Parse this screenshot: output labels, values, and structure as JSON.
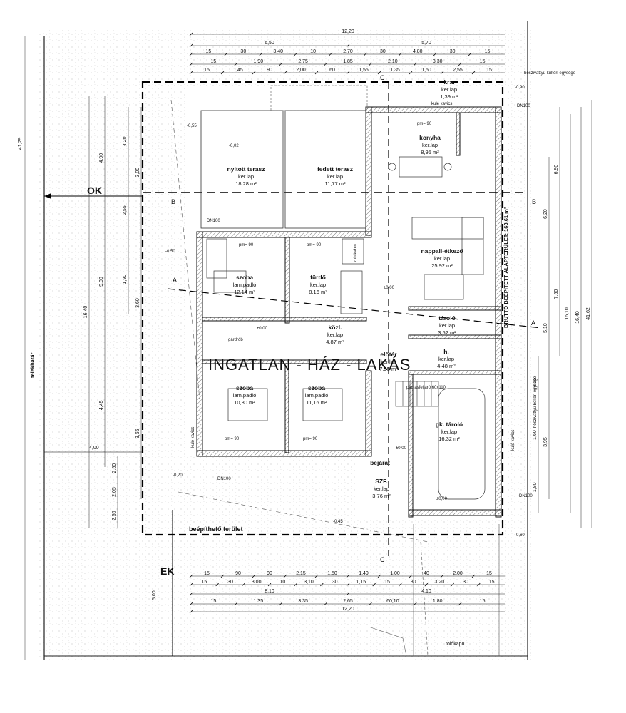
{
  "watermark": "INGATLAN - HÁZ - LAKÁS",
  "compass": {
    "north": "OK",
    "south": "EK"
  },
  "labels": {
    "telekhatar": "telekhatár",
    "beepitheto": "beépíthető terület",
    "brutto": "BRUTTÓ BEÉPÍTETT ALAPTERÜLET: 163,61 m²",
    "toloKapu": "tolókapu",
    "hoszivattyuKulteri": "hőszivattyú kültéri egysége",
    "hoszivattyuBelteri": "hőszivattyú beltéri egysége",
    "dn100": "DN100",
    "kuleKavics": "kulé kavics",
    "padlaslepcso": "padlásfeljáró",
    "padlaslepcsoSize": "padlásfeljáró 60x110"
  },
  "rooms": [
    {
      "name": "nyitott terasz",
      "floor": "ker.lap",
      "area": "18,28 m²"
    },
    {
      "name": "fedett terasz",
      "floor": "ker.lap",
      "area": "11,77 m²"
    },
    {
      "name": "konyha",
      "floor": "ker.lap",
      "area": "8,95 m²"
    },
    {
      "name": "kra.",
      "floor": "ker.lap",
      "area": "1,39 m²"
    },
    {
      "name": "nappali-étkező",
      "floor": "ker.lap",
      "area": "25,92 m²"
    },
    {
      "name": "szoba",
      "floor": "lam.padló",
      "area": "12,14 m²"
    },
    {
      "name": "fürdő",
      "floor": "ker.lap",
      "area": "8,16 m²"
    },
    {
      "name": "tároló",
      "floor": "ker.lap",
      "area": "3,52 m²"
    },
    {
      "name": "közl.",
      "floor": "ker.lap",
      "area": "4,87 m²"
    },
    {
      "name": "előtér",
      "floor": "ker.lap",
      "area": "7,95 m²"
    },
    {
      "name": "h.",
      "floor": "ker.lap",
      "area": "4,48 m²"
    },
    {
      "name": "szoba",
      "floor": "lam.padló",
      "area": "10,80 m²"
    },
    {
      "name": "szoba",
      "floor": "lam.padló",
      "area": "11,16 m²"
    },
    {
      "name": "gk. tároló",
      "floor": "ker.lap",
      "area": "16,32 m²"
    },
    {
      "name": "SZF.",
      "floor": "ker.lap",
      "area": "3,76 m²"
    },
    {
      "name": "bejárat",
      "floor": "",
      "area": ""
    }
  ],
  "misc": {
    "zuhKabin": "zuh.kabin",
    "gardrob": "gárdrób",
    "pm90": "pm= 90",
    "level0": "±0,00",
    "sectionA": "A",
    "sectionB": "B",
    "sectionC": "C"
  },
  "dims_top": [
    [
      "12,20"
    ],
    [
      "6,50",
      "5,70"
    ],
    [
      "15",
      "30",
      "3,40",
      "10",
      "2,70",
      "30",
      "4,80",
      "30",
      "15"
    ],
    [
      "15",
      "1,90",
      "2,75",
      "1,85",
      "2,10",
      "3,30",
      "15"
    ],
    [
      "15",
      "1,45",
      "90",
      "2,00",
      "60",
      "1,55",
      "1,35",
      "1,50",
      "2,55",
      "15"
    ]
  ],
  "dims_bottom": [
    [
      "15",
      "90",
      "90",
      "2,15",
      "1,50",
      "1,40",
      "1,00",
      "40",
      "2,00",
      "15"
    ],
    [
      "15",
      "30",
      "3,00",
      "10",
      "3,10",
      "30",
      "1,15",
      "15",
      "30",
      "3,20",
      "30",
      "15"
    ],
    [
      "8,10",
      "4,10"
    ],
    [
      "15",
      "1,35",
      "3,35",
      "2,65",
      "60,10",
      "1,80",
      "15"
    ],
    [
      "12,20"
    ]
  ],
  "dims_left_outer": [
    "41,29"
  ],
  "dims_left": [
    "4,90",
    "16,40",
    "9,00",
    "4,20",
    "2,55",
    "1,90",
    "3,00",
    "4,45",
    "3,60",
    "3,55",
    "2,50",
    "2,05",
    "2,50"
  ],
  "dims_right": [
    "41,62",
    "16,40",
    "16,10",
    "6,90",
    "7,50",
    "6,20",
    "5,10",
    "3,95",
    "4,25",
    "1,60",
    "1,80"
  ],
  "site": {
    "ek_distance": "5,00",
    "left_gap": "4,00",
    "level_minus_055": "-0,55",
    "level_minus_050": "-0,50",
    "level_minus_020": "-0,20",
    "level_minus_045": "-0,45",
    "level_minus_060": "-0,60",
    "level_minus_090": "-0,90",
    "level_minus_002": "-0,02"
  }
}
